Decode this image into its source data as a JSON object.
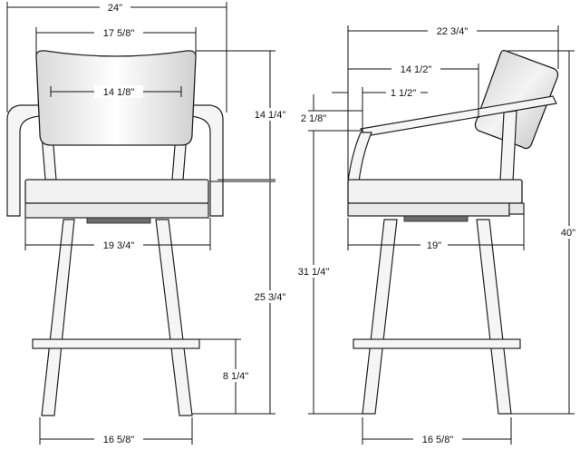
{
  "dimensions": {
    "overall_width": "24\"",
    "back_width": "17 5/8\"",
    "back_inner_width": "14 1/8\"",
    "back_height": "14 1/4\"",
    "seat_width": "19 3/4\"",
    "seat_height": "25 3/4\"",
    "footrest_height": "8 1/4\"",
    "base_front": "16 5/8\"",
    "overall_depth": "22 3/4\"",
    "seat_to_back": "14 1/2\"",
    "arm_overhang": "1 1/2\"",
    "arm_above": "2 1/8\"",
    "arm_height": "31 1/4\"",
    "overall_height": "40\"",
    "seat_depth": "19\"",
    "base_side": "16 5/8\""
  }
}
